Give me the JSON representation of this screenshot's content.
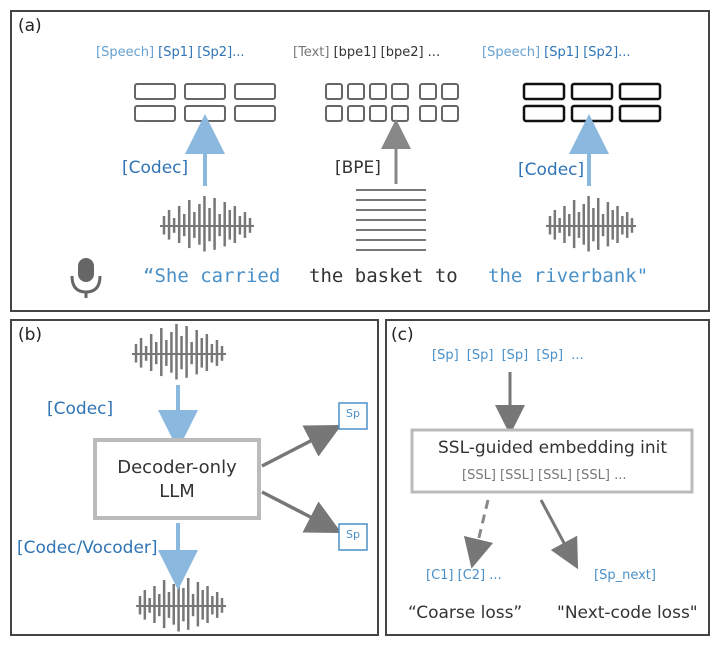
{
  "panel_a": {
    "label": "(a)",
    "col1": {
      "prefix": "[Speech]",
      "tokens": "[Sp1] [Sp2]...",
      "encoder": "[Codec]"
    },
    "col2": {
      "prefix": "[Text]",
      "tokens": "[bpe1] [bpe2] ...",
      "encoder": "[BPE]"
    },
    "col3": {
      "prefix": "[Speech]",
      "tokens": "[Sp1] [Sp2]...",
      "encoder": "[Codec]"
    },
    "sentence": {
      "part1": "“She carried",
      "part2": "the basket to",
      "part3": "the riverbank\""
    },
    "icon": "microphone-icon"
  },
  "panel_b": {
    "label": "(b)",
    "top_label": "[Codec]",
    "box_line1": "Decoder-only",
    "box_line2": "LLM",
    "out_top": "Sp",
    "out_bottom": "Sp",
    "bottom_label": "[Codec/Vocoder]"
  },
  "panel_c": {
    "label": "(c)",
    "tokens": [
      "[Sp]",
      "[Sp]",
      "[Sp]",
      "[Sp]",
      "..."
    ],
    "box_title": "SSL-guided embedding init",
    "box_tokens": "[SSL] [SSL] [SSL] [SSL] ...",
    "left_tokens": "[C1] [C2] ...",
    "right_token": "[Sp_next]",
    "left_caption": "“Coarse loss”",
    "right_caption": "\"Next-code loss\""
  },
  "colors": {
    "blue": "#4a90c8",
    "arrow_blue": "#8ab8df",
    "gray": "#777777",
    "border": "#444444"
  }
}
